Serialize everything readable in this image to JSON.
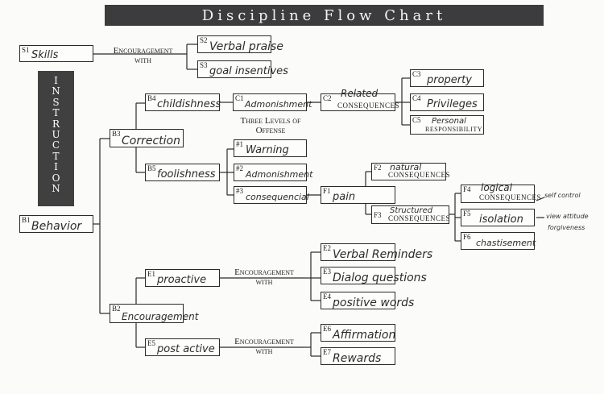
{
  "title": "Discipline Flow Chart",
  "instruction": "INSTRUCTION",
  "nodes": {
    "s1": {
      "code": "S1",
      "text": "Skills"
    },
    "s2": {
      "code": "S2",
      "text": "Verbal praise"
    },
    "s3": {
      "code": "S3",
      "text": "goal insentives"
    },
    "b1": {
      "code": "B1",
      "text": "Behavior"
    },
    "b2": {
      "code": "B2",
      "text": "Encouragement"
    },
    "b3": {
      "code": "B3",
      "text": "Correction"
    },
    "b4": {
      "code": "B4",
      "text": "childishness"
    },
    "b5": {
      "code": "B5",
      "text": "foolishness"
    },
    "c1": {
      "code": "C1",
      "text": "Admonishment"
    },
    "c2": {
      "code": "C2",
      "text": "Related",
      "sub": "Consequences"
    },
    "c3": {
      "code": "C3",
      "text": "property"
    },
    "c4": {
      "code": "C4",
      "text": "Privileges"
    },
    "c5": {
      "code": "C5",
      "text": "Personal",
      "sub": "Responsibility"
    },
    "o1": {
      "code": "#1",
      "text": "Warning"
    },
    "o2": {
      "code": "#2",
      "text": "Admonishment"
    },
    "o3": {
      "code": "#3",
      "text": "consequencial"
    },
    "f1": {
      "code": "F1",
      "text": "pain"
    },
    "f2": {
      "code": "F2",
      "text": "natural",
      "sub": "Consequences"
    },
    "f3": {
      "code": "F3",
      "text": "Structured",
      "sub": "Consequences"
    },
    "f4": {
      "code": "F4",
      "text": "logical",
      "sub": "Consequences"
    },
    "f5": {
      "code": "F5",
      "text": "isolation"
    },
    "f6": {
      "code": "F6",
      "text": "chastisement"
    },
    "e1": {
      "code": "E1",
      "text": "proactive"
    },
    "e5": {
      "code": "E5",
      "text": "post active"
    },
    "e2": {
      "code": "E2",
      "text": "Verbal Reminders"
    },
    "e3": {
      "code": "E3",
      "text": "Dialog questions"
    },
    "e4": {
      "code": "E4",
      "text": "positive words"
    },
    "e6": {
      "code": "E6",
      "text": "Affirmation"
    },
    "e7": {
      "code": "E7",
      "text": "Rewards"
    }
  },
  "labels": {
    "encouragement_with_1": "Encouragement with",
    "encouragement_with_2": "Encouragement with",
    "encouragement_with_3": "Encouragement with",
    "three_levels": "Three Levels of Offense"
  },
  "margin_notes": [
    "self control",
    "view attitude",
    "forgiveness"
  ]
}
